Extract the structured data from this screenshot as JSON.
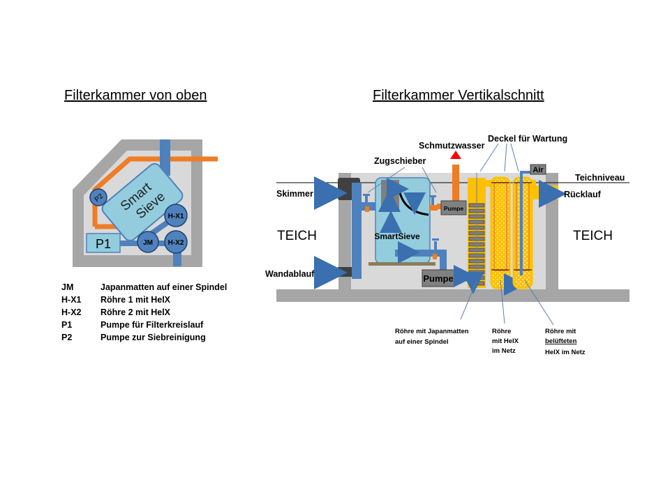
{
  "titles": {
    "top_view": "Filterkammer von oben",
    "section_view": "Filterkammer Vertikalschnitt"
  },
  "top_view": {
    "smart_sieve": "Smart Sieve",
    "smart_sieve_line1": "Smart",
    "smart_sieve_line2": "Sieve",
    "p1": "P1",
    "p2": "P2",
    "jm": "JM",
    "hx1": "H-X1",
    "hx2": "H-X2"
  },
  "legend": [
    {
      "key": "JM",
      "text": "Japanmatten auf einer Spindel"
    },
    {
      "key": "H-X1",
      "text": "Röhre 1 mit HelX"
    },
    {
      "key": "H-X2",
      "text": "Röhre 2 mit HelX"
    },
    {
      "key": "P1",
      "text": "Pumpe für Filterkreislauf"
    },
    {
      "key": "P2",
      "text": "Pumpe zur Siebreinigung"
    }
  ],
  "section": {
    "schmutzwasser": "Schmutzwasser",
    "deckel": "Deckel für Wartung",
    "zugschieber": "Zugschieber",
    "teichniveau": "Teichniveau",
    "air": "Air",
    "skimmer": "Skimmer",
    "ruecklauf": "Rücklauf",
    "teich_left": "TEICH",
    "teich_right": "TEICH",
    "pumpe_small": "Pumpe",
    "smartsieve": "SmartSieve",
    "wandablauf": "Wandablauf",
    "pumpe_big": "Pumpe",
    "note_jm_1": "Röhre mit Japanmatten",
    "note_jm_2": "auf einer Spindel",
    "note_hx_1": "Röhre",
    "note_hx_2": "mit HelX",
    "note_hx_3": "im Netz",
    "note_air_1": "Röhre mit",
    "note_air_2": "belüfteten",
    "note_air_3": "HelX im Netz"
  },
  "colors": {
    "wall_gray": "#a6a6a6",
    "water_light": "#d9d9d9",
    "pipe_blue": "#4f81bd",
    "sieve_blue": "#93cddd",
    "orange": "#f07c24",
    "yellow": "#ffc000",
    "dark": "#404040",
    "arrow_blue": "#3a6fb0",
    "red": "#ff0000"
  }
}
